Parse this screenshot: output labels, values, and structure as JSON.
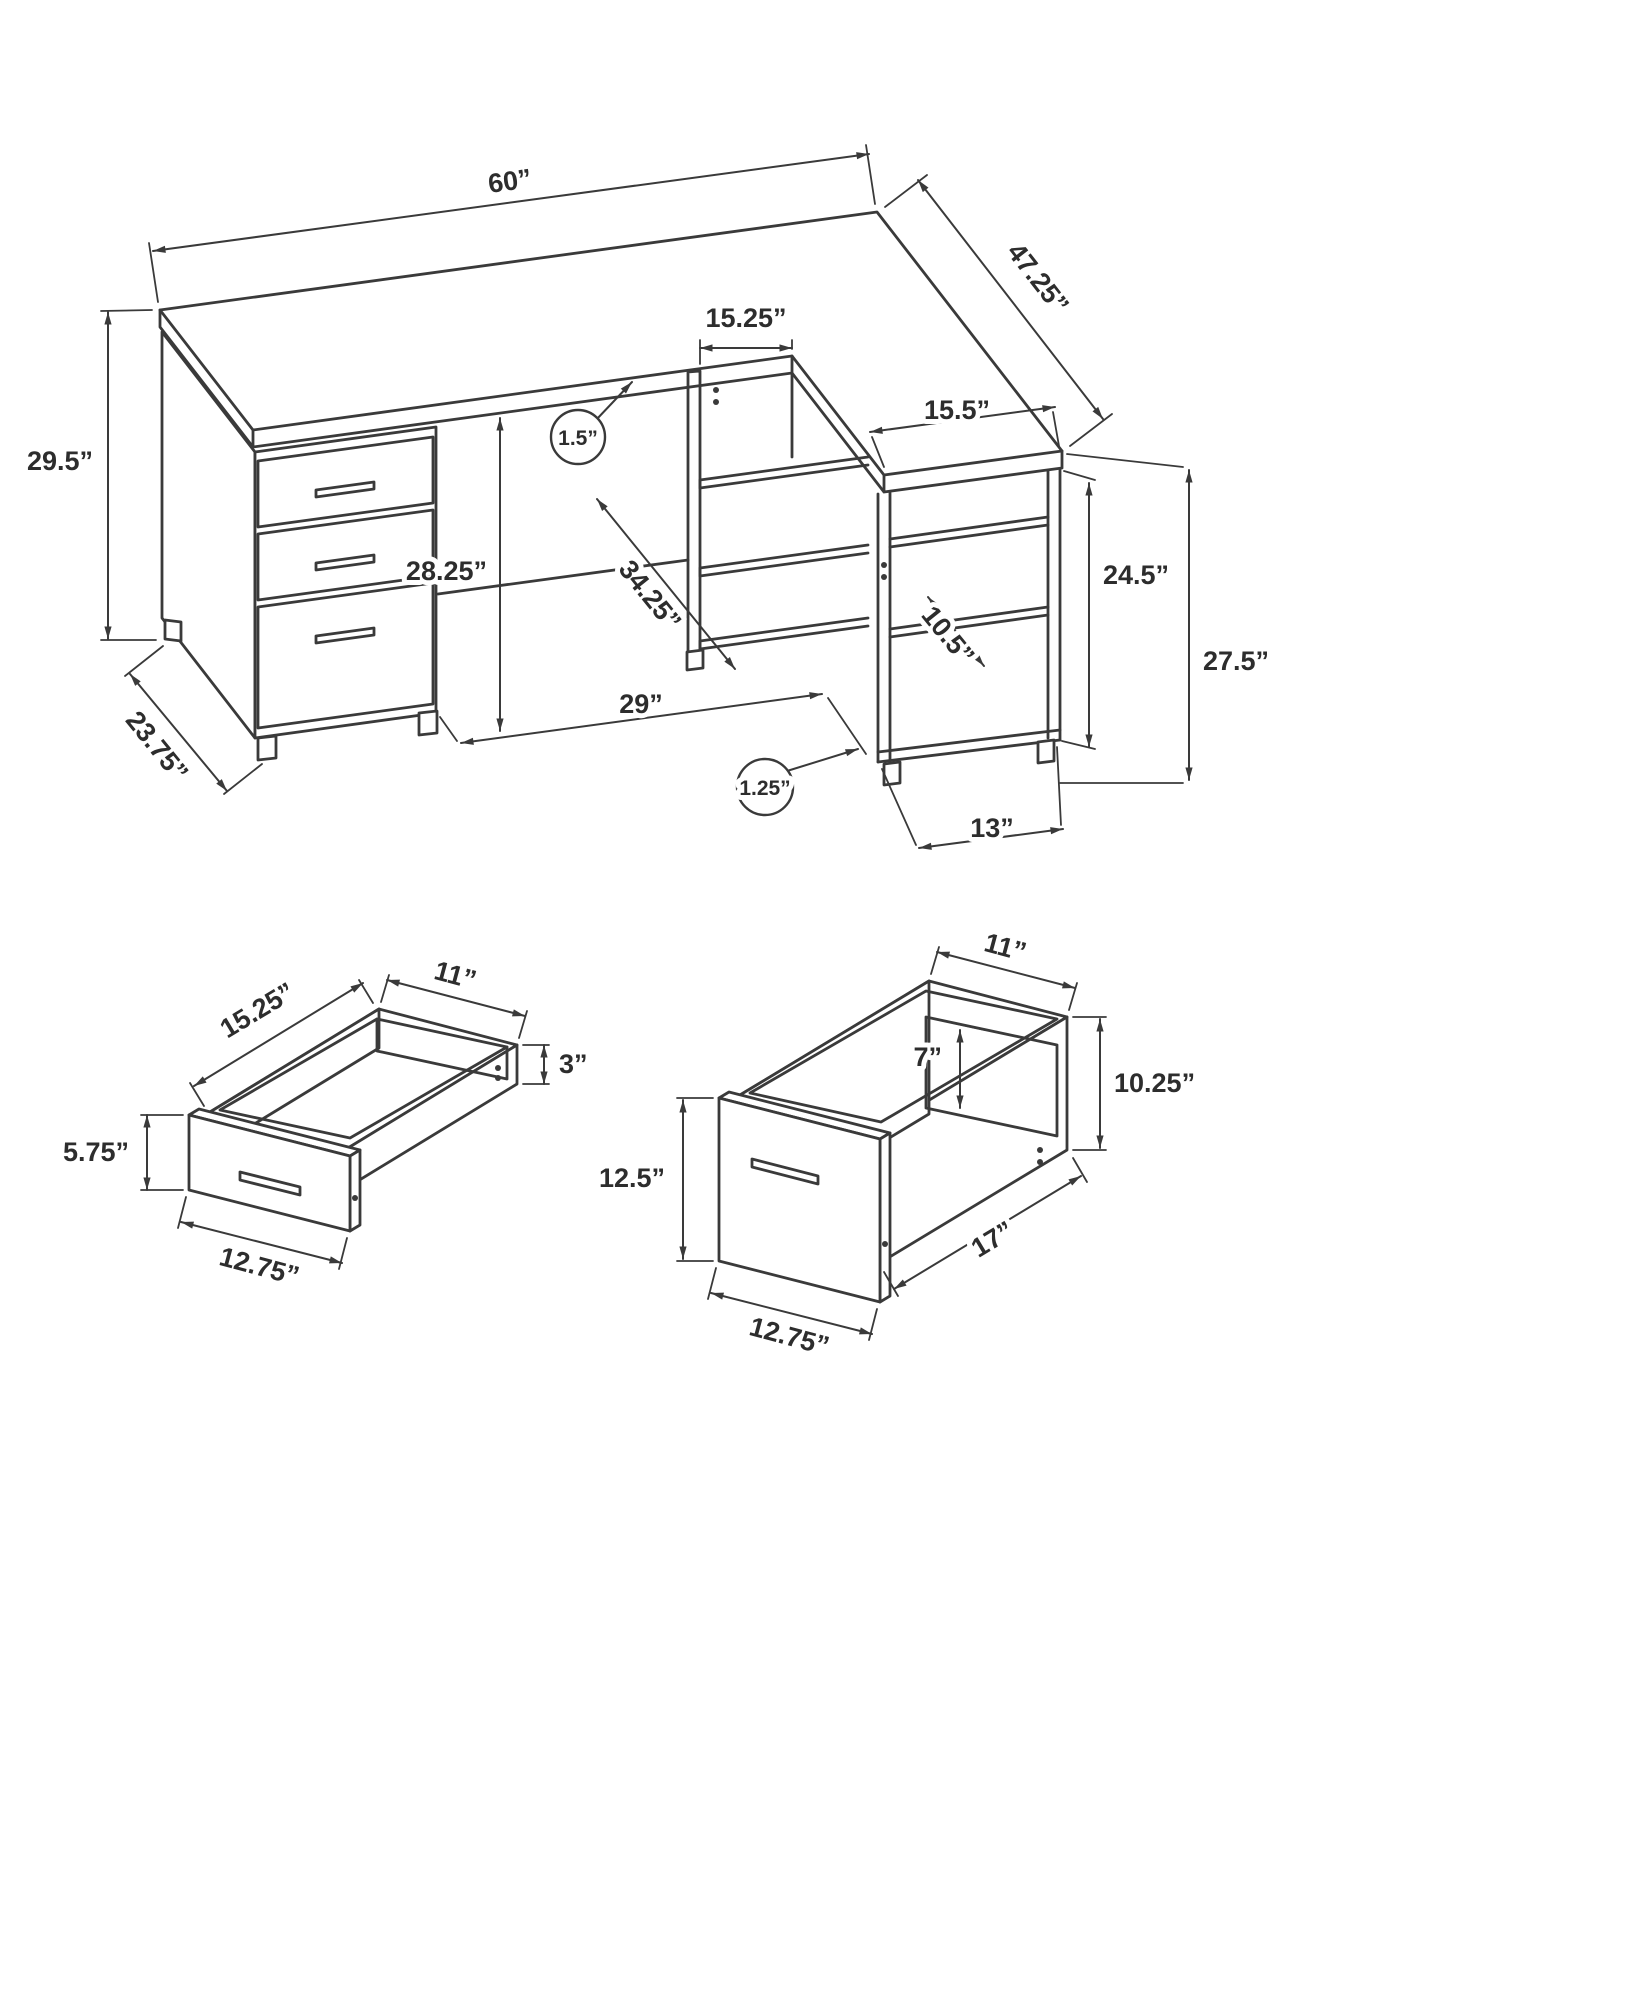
{
  "palette": {
    "background": "#ffffff",
    "line": "#3a3a3a",
    "text": "#2d2d2d"
  },
  "drawing": {
    "views": {
      "desk": {
        "dims": {
          "top_width": "60”",
          "return_depth": "47.25”",
          "corner_opening_width": "15.25”",
          "top_thickness": "1.5”",
          "overall_height": "29.5”",
          "clearance_height": "28.25”",
          "left_depth": "23.75”",
          "diagonal_clearance": "34.25”",
          "kneespace_width": "29”",
          "return_top_width": "15.5”",
          "shelf_opening_height": "24.5”",
          "shelf_unit_height": "27.5”",
          "shelf_depth": "10.5”",
          "base_thickness": "1.25”",
          "side_panel_width": "13”"
        }
      },
      "small_drawer": {
        "dims": {
          "depth": "15.25”",
          "inner_width": "11”",
          "side_height": "3”",
          "front_height": "5.75”",
          "front_width": "12.75”"
        }
      },
      "file_drawer": {
        "dims": {
          "inner_width": "11”",
          "back_height": "7”",
          "side_height": "10.25”",
          "front_height": "12.5”",
          "depth": "17”",
          "front_width": "12.75”"
        }
      }
    }
  }
}
